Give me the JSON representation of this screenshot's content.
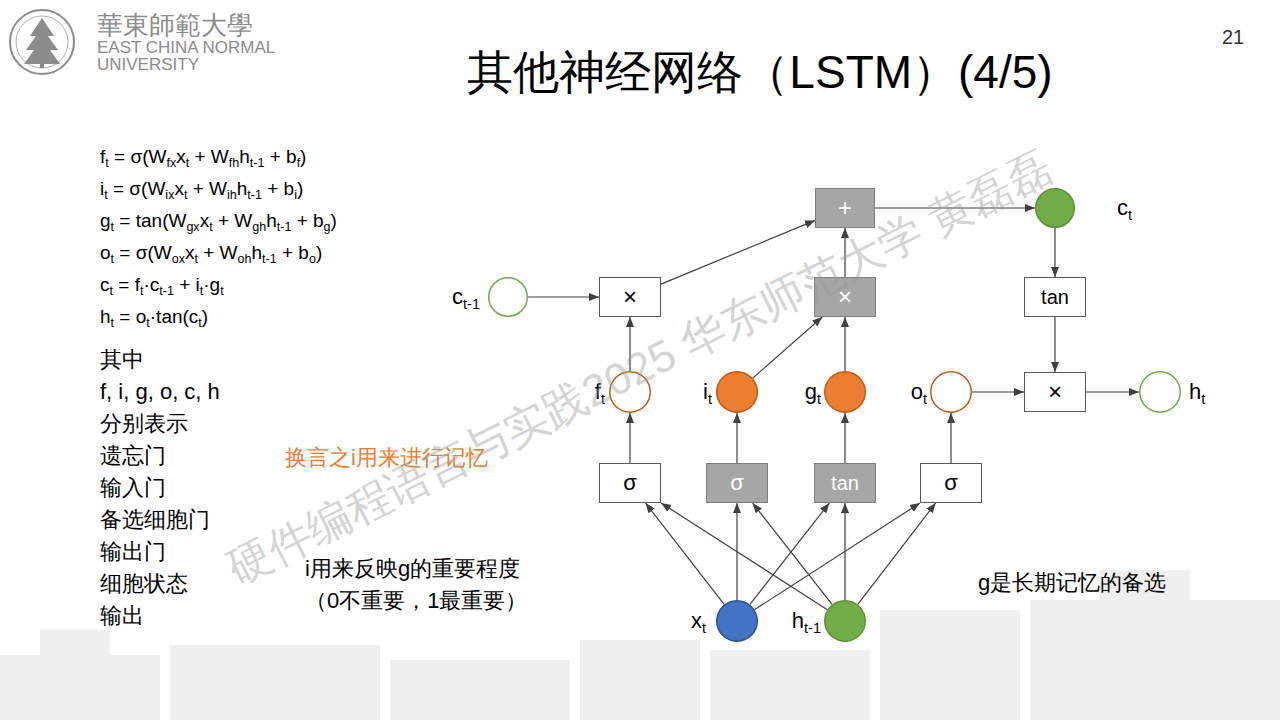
{
  "diagram": {
    "title": "其他神经网络（LSTM）(4/5)",
    "nodes": [
      {
        "text": [
          "+"
        ]
      },
      {
        "text": [
          "ct"
        ]
      },
      {
        "text": [
          "ct-1"
        ]
      },
      {
        "text": [
          "×"
        ]
      },
      {
        "text": [
          "×"
        ]
      },
      {
        "text": [
          "tan"
        ]
      },
      {
        "text": [
          "ft"
        ]
      },
      {
        "text": [
          "it"
        ]
      },
      {
        "text": [
          "gt"
        ]
      },
      {
        "text": [
          "ot"
        ]
      },
      {
        "text": [
          "×"
        ]
      },
      {
        "text": [
          "ht"
        ]
      },
      {
        "text": [
          "σ"
        ]
      },
      {
        "text": [
          "σ"
        ]
      },
      {
        "text": [
          "tan"
        ]
      },
      {
        "text": [
          "σ"
        ]
      },
      {
        "text": [
          "xt"
        ]
      },
      {
        "text": [
          "ht-1"
        ]
      }
    ],
    "edges": [
      {
        "from": 16,
        "to": 12,
        "arrow": "to"
      },
      {
        "from": 16,
        "to": 13,
        "arrow": "to"
      },
      {
        "from": 16,
        "to": 14,
        "arrow": "to"
      },
      {
        "from": 16,
        "to": 15,
        "arrow": "to"
      },
      {
        "from": 17,
        "to": 12,
        "arrow": "to"
      },
      {
        "from": 17,
        "to": 13,
        "arrow": "to"
      },
      {
        "from": 17,
        "to": 14,
        "arrow": "to"
      },
      {
        "from": 17,
        "to": 15,
        "arrow": "to"
      },
      {
        "from": 12,
        "to": 6,
        "arrow": "to"
      },
      {
        "from": 13,
        "to": 7,
        "arrow": "to"
      },
      {
        "from": 14,
        "to": 8,
        "arrow": "to"
      },
      {
        "from": 15,
        "to": 9,
        "arrow": "to"
      },
      {
        "from": 2,
        "to": 3,
        "arrow": "to"
      },
      {
        "from": 6,
        "to": 3,
        "arrow": "to"
      },
      {
        "from": 7,
        "to": 4,
        "arrow": "to"
      },
      {
        "from": 8,
        "to": 4,
        "arrow": "to"
      },
      {
        "from": 3,
        "to": 0,
        "arrow": "to"
      },
      {
        "from": 4,
        "to": 0,
        "arrow": "to"
      },
      {
        "from": 0,
        "to": 1,
        "arrow": "to"
      },
      {
        "from": 1,
        "to": 5,
        "arrow": "to"
      },
      {
        "from": 5,
        "to": 10,
        "arrow": "to"
      },
      {
        "from": 9,
        "to": 10,
        "arrow": "to"
      },
      {
        "from": 10,
        "to": 11,
        "arrow": "to"
      }
    ],
    "labels": [
      "華東師範大學",
      "EAST CHINA NORMAL",
      "UNIVERSITY",
      "21",
      "ft = σ(Wfxxt + Wfhht-1 + bf)",
      "it = σ(Wixxt + Wihht-1 + bi)",
      "gt = tan(Wgxxt + Wghht-1 + bg)",
      "ot = σ(Woxxt + Wohht-1 + bo)",
      "ct = ft·ct-1 + it·gt",
      "ht = ot·tan(ct)",
      "其中",
      "f, i, g, o, c, h",
      "分别表示",
      "遗忘门",
      "输入门",
      "备选细胞门",
      "输出门",
      "细胞状态",
      "输出",
      "换言之i用来进行记忆",
      "i用来反映g的重要程度",
      "（0不重要，1最重要）",
      "g是长期记忆的备选",
      "硬件编程语言与实践2025 华东师范大学 黄磊磊"
    ]
  }
}
